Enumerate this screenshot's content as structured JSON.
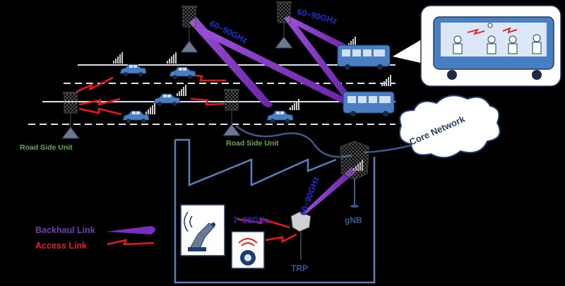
{
  "labels": {
    "road_side_unit_left": "Road Side Unit",
    "road_side_unit_right": "Road Side Unit",
    "band_top_left": "60~90GHz",
    "band_top_right": "60~90GHz",
    "band_factory": "60~90GHz",
    "band_access": "7~28GHz",
    "core_network": "Core Network",
    "gnb": "gNB",
    "trp": "TRP"
  },
  "legend": {
    "backhaul": "Backhaul Link",
    "access": "Access Link"
  },
  "colors": {
    "backhaul": "#7b2fbe",
    "access": "#e81818",
    "road_line": "#d9e2f0",
    "factory_outline": "#5a80b8",
    "vehicle": "#4a7ec2",
    "band_text": "#1e2fd0",
    "rsu_text": "#6aa84f"
  }
}
